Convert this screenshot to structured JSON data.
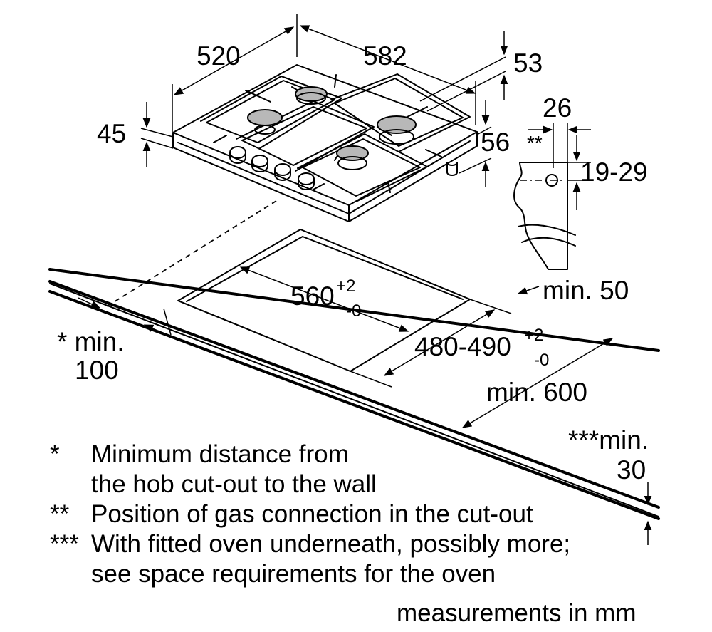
{
  "dimensions": {
    "hob_depth": "520",
    "hob_width": "582",
    "hob_height": "45",
    "top_clearance": "53",
    "overall_height": "56",
    "side_26": "26",
    "gas_mark": "**",
    "gas_height": "19-29",
    "cutout_width": "560",
    "cutout_width_tol_plus": "+2",
    "cutout_width_tol_minus": "-0",
    "cutout_depth": "480-490",
    "cutout_depth_tol_plus": "+2",
    "cutout_depth_tol_minus": "-0",
    "min_back": "min. 50",
    "min_worktop": "min. 600",
    "min_wall_line1": "* min.",
    "min_wall_line2": "100",
    "min_below_line1": "***min.",
    "min_below_line2": "30"
  },
  "notes": [
    {
      "mark": "*",
      "lines": [
        "Minimum distance from",
        "the hob cut-out to the wall"
      ]
    },
    {
      "mark": "**",
      "lines": [
        "Position of gas connection in the cut-out"
      ]
    },
    {
      "mark": "***",
      "lines": [
        "With fitted oven underneath, possibly more;",
        "see space requirements for the oven"
      ]
    }
  ],
  "units_label": "measurements in mm"
}
